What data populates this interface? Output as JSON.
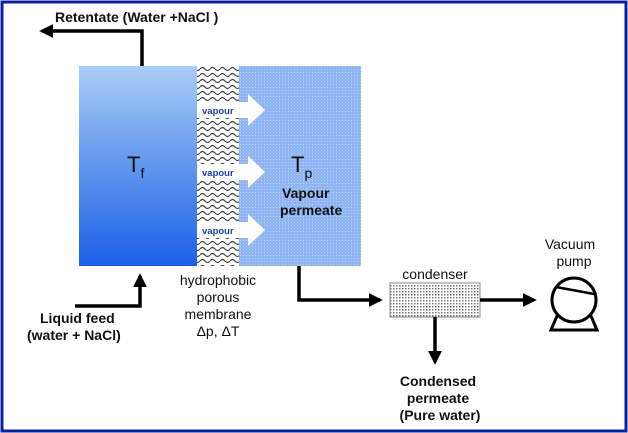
{
  "labels": {
    "retentate": "Retentate (Water +NaCl )",
    "feed_temp_main": "T",
    "feed_temp_sub": "f",
    "permeate_temp_main": "T",
    "permeate_temp_sub": "p",
    "vapour_permeate_line1": "Vapour",
    "vapour_permeate_line2": "permeate",
    "vapour_arrow": "vapour",
    "membrane_line1": "hydrophobic",
    "membrane_line2": "porous",
    "membrane_line3": "membrane",
    "membrane_line4": "Δp, ΔT",
    "liquid_feed_line1": "Liquid feed",
    "liquid_feed_line2": "(water + NaCl)",
    "condenser": "condenser",
    "vacuum_pump_line1": "Vacuum",
    "vacuum_pump_line2": "pump",
    "condensed_line1": "Condensed",
    "condensed_line2": "permeate",
    "condensed_line3": "(Pure water)"
  },
  "colors": {
    "border": "#0b1f9c",
    "feed_top": "#a9cdf6",
    "feed_bottom": "#1a5fe6",
    "permeate": "#8fb5f3",
    "arrow": "#000000"
  }
}
